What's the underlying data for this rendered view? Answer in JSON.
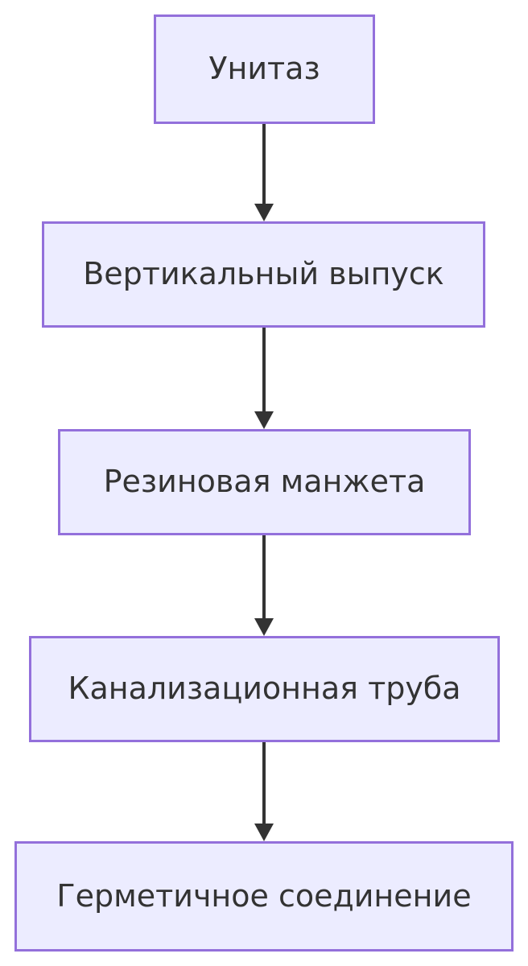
{
  "colors": {
    "background": "#ffffff",
    "node_fill": "#ECECFF",
    "node_border": "#9370DB",
    "text": "#333333",
    "arrow": "#333333"
  },
  "diagram": {
    "type": "flowchart",
    "direction": "top-down",
    "nodes": [
      {
        "label": "Унитаз"
      },
      {
        "label": "Вертикальный выпуск"
      },
      {
        "label": "Резиновая манжета"
      },
      {
        "label": "Канализационная труба"
      },
      {
        "label": "Герметичное соединение"
      }
    ],
    "edges": [
      {
        "from": "Унитаз",
        "to": "Вертикальный выпуск",
        "style": "arrow-down"
      },
      {
        "from": "Вертикальный выпуск",
        "to": "Резиновая манжета",
        "style": "arrow-down"
      },
      {
        "from": "Резиновая манжета",
        "to": "Канализационная труба",
        "style": "arrow-down"
      },
      {
        "from": "Канализационная труба",
        "to": "Герметичное соединение",
        "style": "arrow-down"
      }
    ]
  }
}
